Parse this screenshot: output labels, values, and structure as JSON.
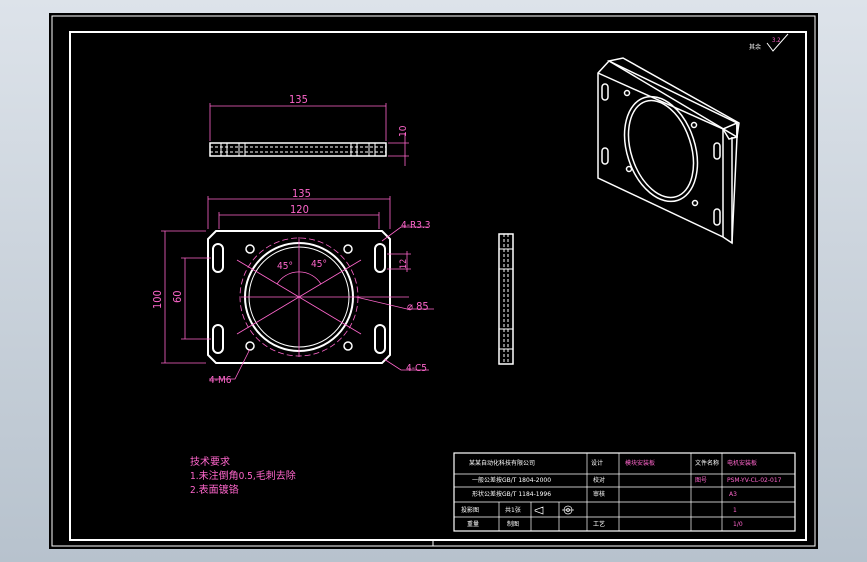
{
  "dimensions": {
    "side_view_width": "135",
    "side_view_thickness": "10",
    "plan_overall_width": "135",
    "plan_hole_spacing": "120",
    "plan_overall_height": "100",
    "plan_slot_spacing": "60",
    "bore_diameter": "⌀ 85",
    "slot_corner_radius": "4-R3.3",
    "slot_length": "12",
    "angle_left": "45°",
    "angle_right": "45°",
    "mount_holes": "4-M6",
    "chamfers": "4-C5"
  },
  "roughness": {
    "label": "其余",
    "value": "3.2"
  },
  "notes": {
    "title": "技术要求",
    "line1": "1.未注倒角0.5,毛刺去除",
    "line2": "2.表面镀铬"
  },
  "title_block": {
    "company": "某某自动化科技有限公司",
    "std1": "一般公差按GB/T 1804-2000",
    "std2": "形状公差按GB/T 1184-1996",
    "projection_label": "投影图",
    "sheet_label": "共1张",
    "material_label": "设计",
    "material_value": "模块安装板",
    "audit_label": "审核",
    "check_label": "校对",
    "process_label": "工艺",
    "file_label": "文件名称",
    "file_value": "电机安装板",
    "code_label": "图号",
    "code_value": "PSM-YV-CL-02-017",
    "scale_value": "A3",
    "qty_value": "1",
    "page_value": "1/0",
    "weight_label": "重量",
    "designer_label": "制图"
  }
}
